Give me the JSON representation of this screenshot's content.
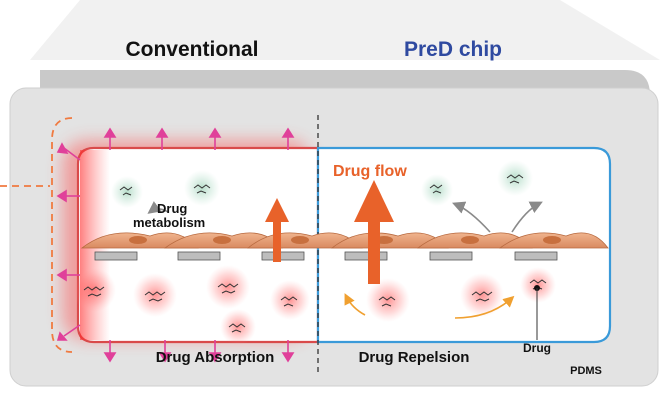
{
  "labels": {
    "conventional": "Conventional",
    "pred_chip": "PreD chip",
    "drug_flow": "Drug flow",
    "drug_metabolism_line1": "Drug",
    "drug_metabolism_line2": "metabolism",
    "drug_absorption": "Drug Absorption",
    "drug_repelsion": "Drug Repelsion",
    "drug": "Drug",
    "pdms": "PDMS"
  },
  "colors": {
    "conventional_title": "#111111",
    "pred_title": "#2f4aa0",
    "channel_left_border": "#d94a4a",
    "channel_right_border": "#3a9ad9",
    "drug_flow": "#e8622a",
    "absorption_arrows": "#e0409a",
    "cells": "#e8a07a",
    "membrane": "#b8b8b8"
  }
}
